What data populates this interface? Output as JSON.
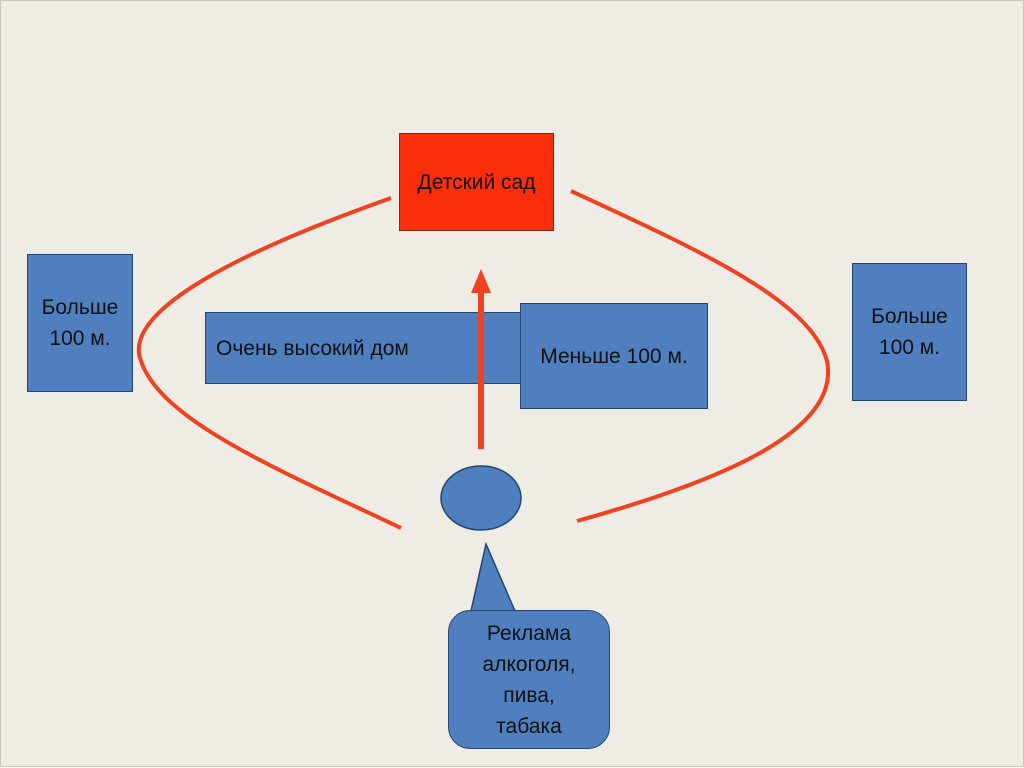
{
  "colors": {
    "background": "#efebe5",
    "box_fill": "#4f7fbe",
    "box_border": "#24466e",
    "kindergarten_fill": "#fb2e0b",
    "boundary_line": "#ee4220"
  },
  "kindergarten": {
    "label": "Детский сад"
  },
  "tall_house": {
    "label": "Очень высокий дом"
  },
  "distance_near": {
    "label": "Меньше 100 м."
  },
  "distance_far_left": {
    "label": "Больше\n100 м."
  },
  "distance_far_right": {
    "label": "Больше\n100 м."
  },
  "ad_callout": {
    "label": "Реклама\nалкоголя,\nпива,\nтабака"
  }
}
